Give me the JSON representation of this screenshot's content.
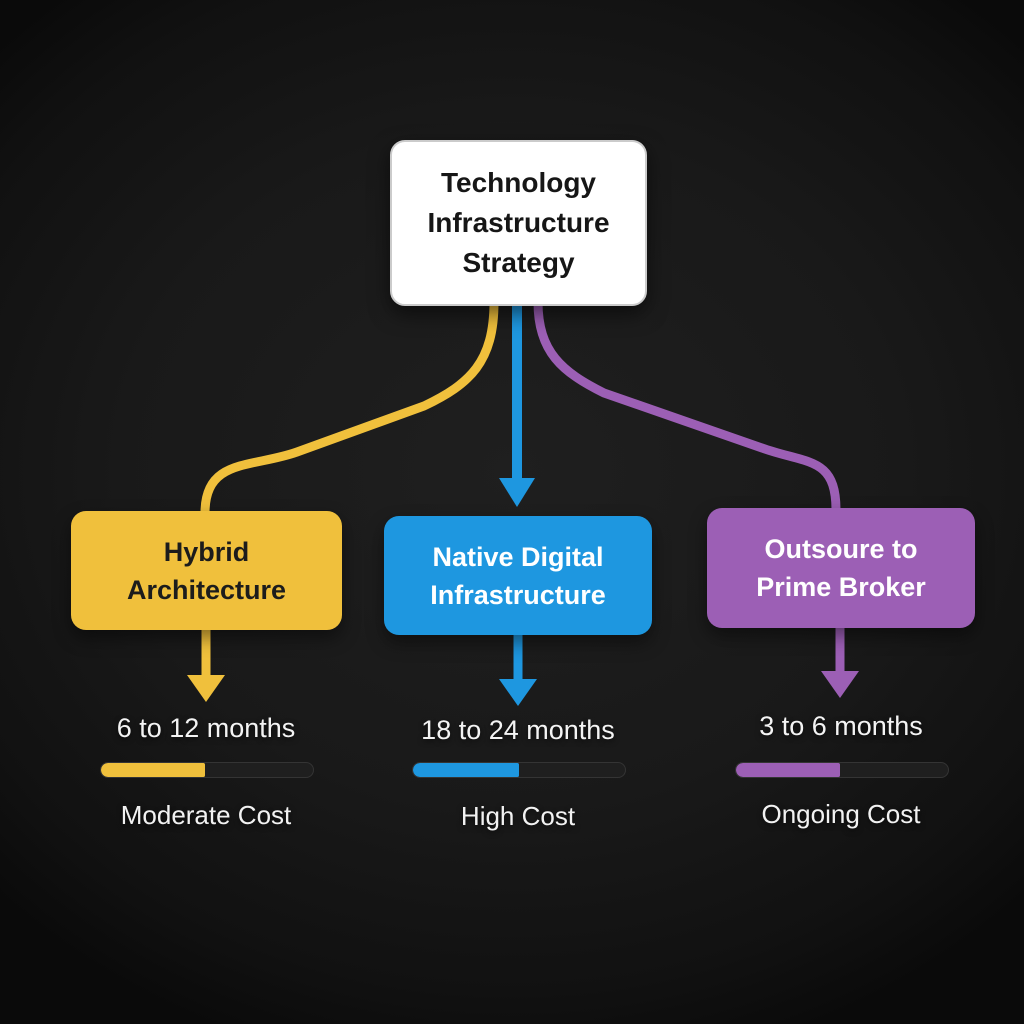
{
  "root_node": {
    "title": "Technology Infrastructure Strategy",
    "title_lines": [
      "Technology",
      "Infrastructure",
      "Strategy"
    ],
    "bg_color": "#ffffff",
    "text_color": "#161616"
  },
  "branches": [
    {
      "title": "Hybrid Architecture",
      "title_lines": [
        "Hybrid",
        "Architecture"
      ],
      "timeline": "6 to 12 months",
      "cost": "Moderate Cost",
      "color": "#F0C03C",
      "text_color": "#1c1c1c",
      "progress_pct": 49
    },
    {
      "title": "Native Digital Infrastructure",
      "title_lines": [
        "Native Digital",
        "Infrastructure"
      ],
      "timeline": "18 to 24 months",
      "cost": "High Cost",
      "color": "#1E97E0",
      "text_color": "#ffffff",
      "progress_pct": 50
    },
    {
      "title": "Outsoure to Prime Broker",
      "title_lines": [
        "Outsoure to",
        "Prime Broker"
      ],
      "timeline": "3 to 6 months",
      "cost": "Ongoing Cost",
      "color": "#9C5FB5",
      "text_color": "#ffffff",
      "progress_pct": 49
    }
  ],
  "progress_track_color": "#1f1f1f",
  "background_color": "#191919"
}
